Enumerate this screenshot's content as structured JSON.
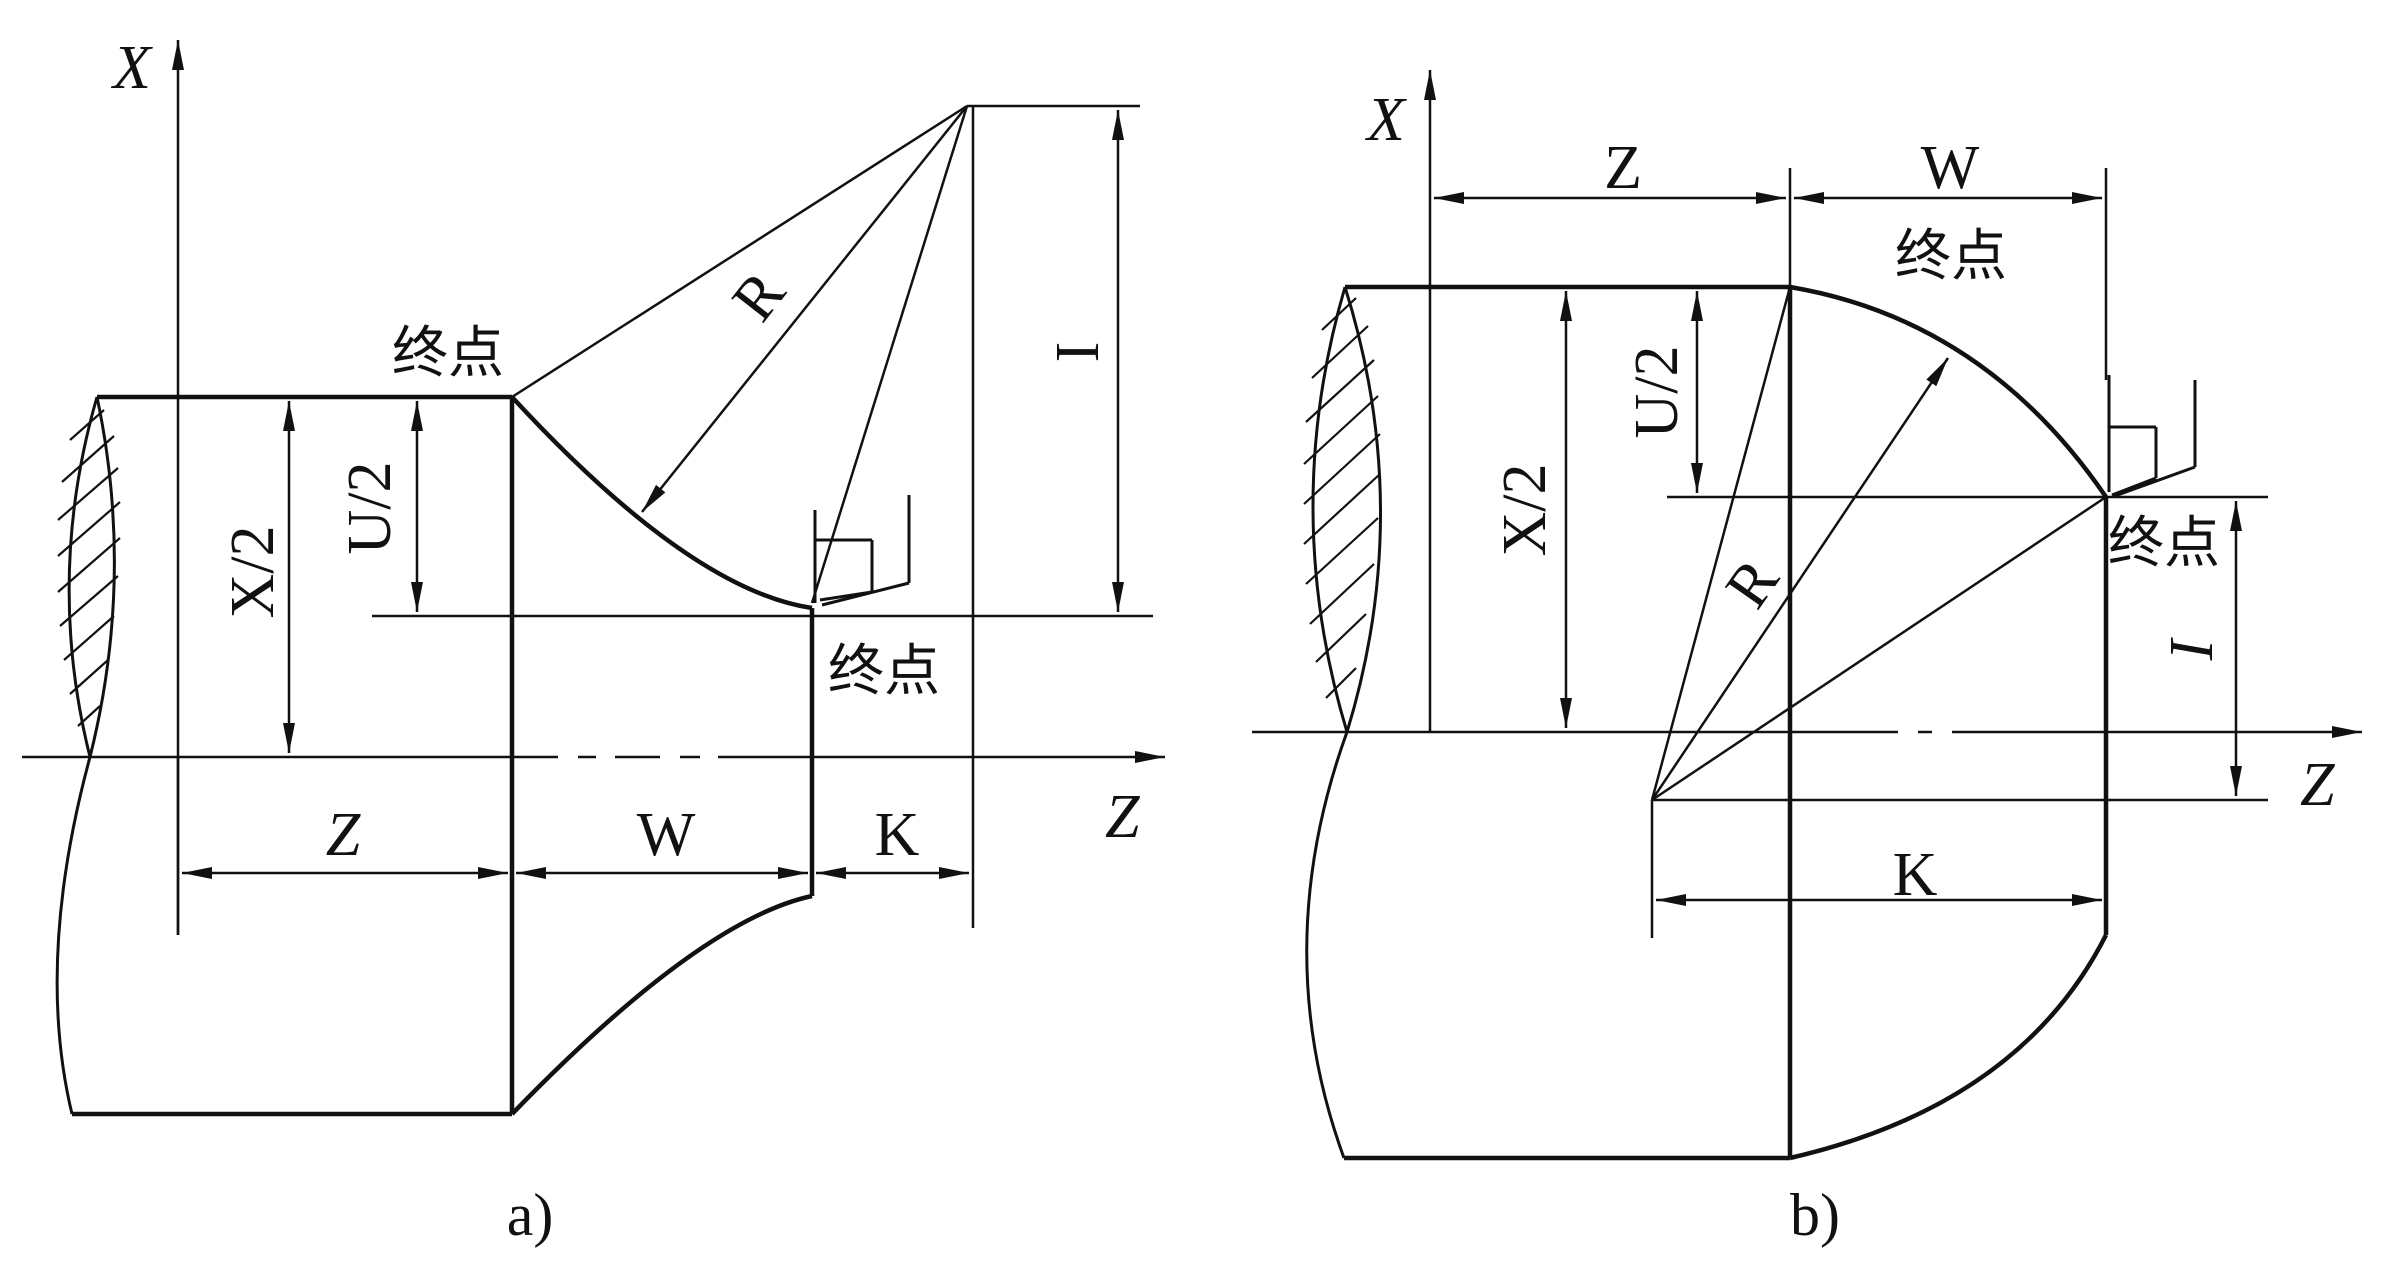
{
  "panel_a": {
    "caption": "a)",
    "axis_x": "X",
    "axis_z": "Z",
    "dim_z": "Z",
    "dim_w": "W",
    "dim_k": "K",
    "dim_x_half": "X/2",
    "dim_u_half": "U/2",
    "dim_i": "I",
    "radius": "R",
    "end_point_label": "终点",
    "end_point_label_2": "终点"
  },
  "panel_b": {
    "caption": "b)",
    "axis_x": "X",
    "axis_z": "Z",
    "dim_z": "Z",
    "dim_w": "W",
    "dim_k": "K",
    "dim_x_half": "X/2",
    "dim_u_half": "U/2",
    "dim_i": "I",
    "radius": "R",
    "end_point_label": "终点",
    "end_point_label_2": "终点"
  }
}
